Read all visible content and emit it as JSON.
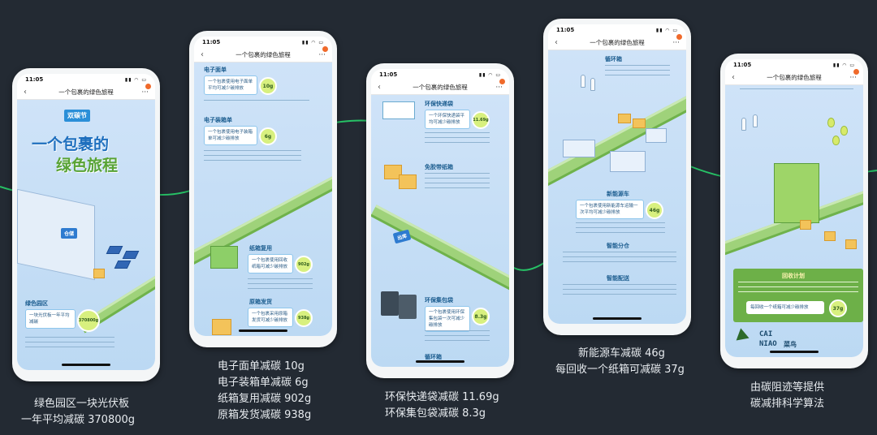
{
  "phones": [
    {
      "time": "11:05",
      "nav_title": "一个包裹的绿色旅程",
      "hero_line1": "一个包裹的",
      "hero_line2": "绿色旅程",
      "badge": "双碳节",
      "section": "绿色园区",
      "box_text": "一块光伏板一年平均减碳",
      "value": "370800g",
      "sign": "仓储"
    },
    {
      "time": "11:05",
      "nav_title": "一个包裹的绿色旅程",
      "s1_title": "电子面单",
      "s1_box": "一个包裹使用电子面单平均可减少碳排放",
      "s1_value": "10g",
      "s2_title": "电子装箱单",
      "s2_box": "一个包裹使用电子装箱单可减少碳排放",
      "s2_value": "6g",
      "s3_title": "纸箱复用",
      "s3_box": "一个包裹使用回收纸箱可减少碳排放",
      "s3_value": "902g",
      "s4_title": "原箱发货",
      "s4_box": "一个包裹采用原箱发货可减少碳排放",
      "s4_value": "938g"
    },
    {
      "time": "11:05",
      "nav_title": "一个包裹的绿色旅程",
      "s1_title": "环保快递袋",
      "s1_box": "一个环保快递袋平均可减少碳排放",
      "s1_value": "11.69g",
      "s2_title": "免胶带纸箱",
      "s3_title": "环保集包袋",
      "s3_box": "一个包裹使用环保集包袋一次可减少碳排放",
      "s3_value": "8.3g",
      "s4_title": "循环箱",
      "sign": "出库"
    },
    {
      "time": "11:05",
      "nav_title": "一个包裹的绿色旅程",
      "s1_title": "循环箱",
      "s2_title": "新能源车",
      "s2_box": "一个包裹使用新能源车运输一次平均可减少碳排放",
      "s2_value": "46g",
      "s3_title": "智能分仓",
      "s4_title": "智能配送"
    },
    {
      "time": "11:05",
      "nav_title": "一个包裹的绿色旅程",
      "section": "回收计划",
      "box_text": "每回收一个纸箱可减少碳排放",
      "value": "37g",
      "logo_line1": "CAI",
      "logo_line2": "NIAO",
      "logo_cn": "菜鸟"
    }
  ],
  "captions": {
    "c1_line1": "绿色园区一块光伏板",
    "c1_line2": "一年平均减碳 370800g",
    "c2_line1": "电子面单减碳 10g",
    "c2_line2": "电子装箱单减碳 6g",
    "c2_line3": "纸箱复用减碳 902g",
    "c2_line4": "原箱发货减碳 938g",
    "c3_line1": "环保快递袋减碳 11.69g",
    "c3_line2": "环保集包袋减碳 8.3g",
    "c4_line1": "新能源车减碳 46g",
    "c4_line2": "每回收一个纸箱可减碳 37g",
    "c5_line1": "由碳阻迹等提供",
    "c5_line2": "碳减排科学算法"
  },
  "colors": {
    "background": "#232a33",
    "route_line": "#27c266",
    "value_bubble": "#d8f07f",
    "title_blue": "#1c5d8f",
    "notification_dot": "#f06a2b"
  }
}
